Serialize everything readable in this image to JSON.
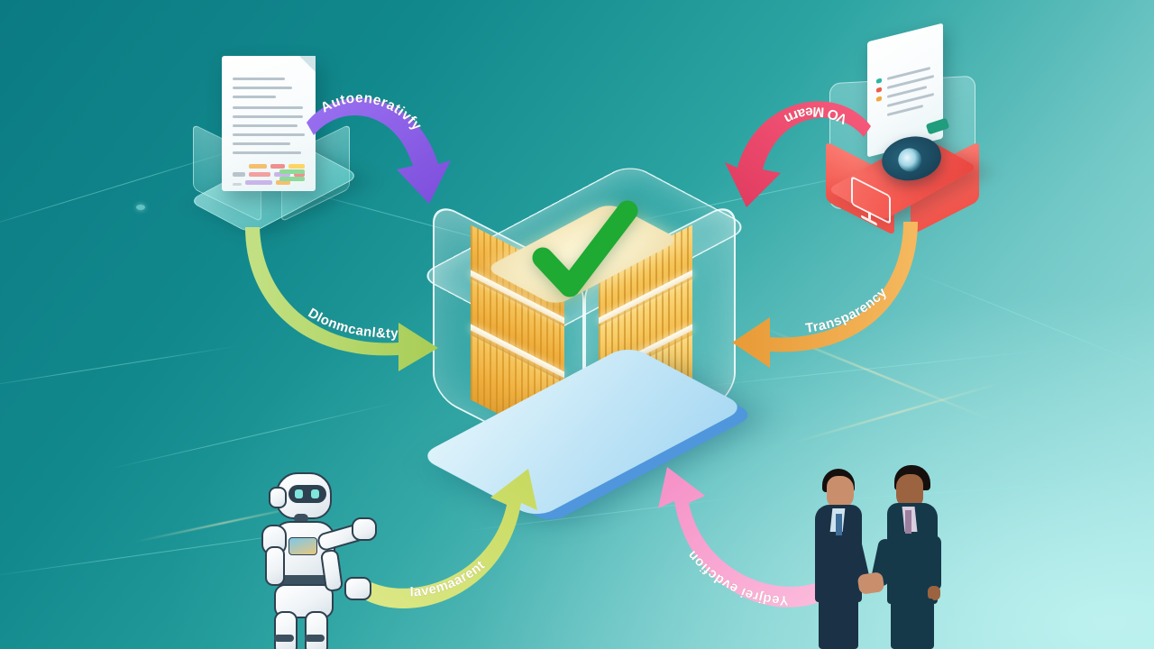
{
  "scene": {
    "title": "Isometric AI document verification workflow",
    "background": {
      "gradient_from": "#0b7a83",
      "gradient_mid": "#2aa3a1",
      "gradient_to": "#a9e7e5",
      "grid_color": "#96ebe6"
    }
  },
  "arrows": [
    {
      "id": "arrow-top-left",
      "label": "Autoenerativfy",
      "color": "#8b5cf6",
      "color_dark": "#7c4ddb",
      "direction": "document-to-center",
      "position": "top-left"
    },
    {
      "id": "arrow-mid-left",
      "label": "Dlonmcanl&ty",
      "color": "#b5d96a",
      "color_dark": "#a5cb58",
      "direction": "left-to-center",
      "position": "middle-left"
    },
    {
      "id": "arrow-top-right",
      "label": "VO Mearn",
      "color": "#ef4a6e",
      "color_dark": "#e13a60",
      "direction": "right-to-center",
      "position": "top-right"
    },
    {
      "id": "arrow-mid-right",
      "label": "Transparency",
      "color": "#f0ad4e",
      "color_dark": "#e59c3a",
      "direction": "right-to-center",
      "position": "middle-right"
    },
    {
      "id": "arrow-bottom-left",
      "label": "Iavemaarent",
      "color": "#d3e36a",
      "color_dark": "#c2d459",
      "direction": "robot-to-center",
      "position": "bottom-left"
    },
    {
      "id": "arrow-bottom-right",
      "label": "Yedjrei evdcfion",
      "color": "#f9a8d4",
      "color_dark": "#f490c4",
      "direction": "people-to-center",
      "position": "bottom-right"
    }
  ],
  "nodes": {
    "document": {
      "name": "Document on glass platform",
      "text_line_count": 12,
      "highlight_colors": [
        "#f7b0b0",
        "#f9c98a",
        "#ffd66e",
        "#a7dca0",
        "#c9b5e8",
        "#8ed4cf"
      ],
      "platform_color": "#8ad8d2"
    },
    "review_box": {
      "name": "Red review box with document and eye",
      "box_color": "#f1564d",
      "icon": "monitor-icon",
      "eye_color": "#1d4f66"
    },
    "vault": {
      "name": "Glass cube containing gold document stack",
      "glass_color": "#eaffff",
      "base_color": "#bfe4f6",
      "base_edge_color": "#4f96dd",
      "stack_color": "#f2bc48",
      "stack_layers": 3,
      "badge": "green-check",
      "badge_color": "#1faa33"
    },
    "robot": {
      "name": "White humanoid AI robot",
      "body_color": "#ffffff",
      "outline_color": "#2e4150",
      "visor_color": "#7fe6dc"
    },
    "handshake": {
      "name": "Two businesspeople shaking hands",
      "suit_color_left": "#1b3246",
      "suit_color_right": "#16394a",
      "count": 2
    }
  }
}
